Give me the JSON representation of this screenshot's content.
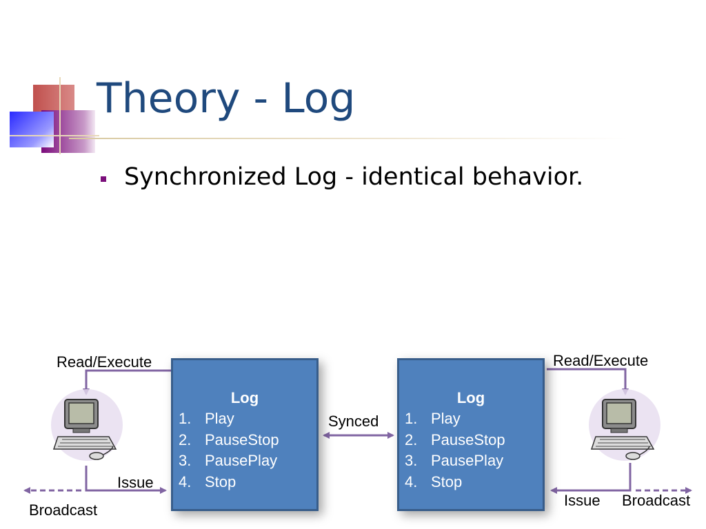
{
  "slide": {
    "title": "Theory - Log",
    "bullet": "Synchronized Log - identical behavior."
  },
  "diagram": {
    "left_log": {
      "header": "Log",
      "items": [
        {
          "num": "1.",
          "text": "Play"
        },
        {
          "num": "2.",
          "text": "PauseStop"
        },
        {
          "num": "3.",
          "text": "PausePlay"
        },
        {
          "num": "4.",
          "text": "Stop"
        }
      ]
    },
    "right_log": {
      "header": "Log",
      "items": [
        {
          "num": "1.",
          "text": "Play"
        },
        {
          "num": "2.",
          "text": "PauseStop"
        },
        {
          "num": "3.",
          "text": "PausePlay"
        },
        {
          "num": "4.",
          "text": "Stop"
        }
      ]
    },
    "sync_label": "Synced",
    "left_read_label": "Read/Execute",
    "right_read_label": "Read/Execute",
    "left_issue_label": "Issue",
    "right_issue_label": "Issue",
    "left_broadcast_label": "Broadcast",
    "right_broadcast_label": "Broadcast",
    "left_computer_icon": "computer-icon",
    "right_computer_icon": "computer-icon"
  },
  "colors": {
    "title": "#1f497d",
    "log_box": "#4f81bd",
    "arrow": "#8064a2",
    "bullet": "#7b0f7b"
  }
}
